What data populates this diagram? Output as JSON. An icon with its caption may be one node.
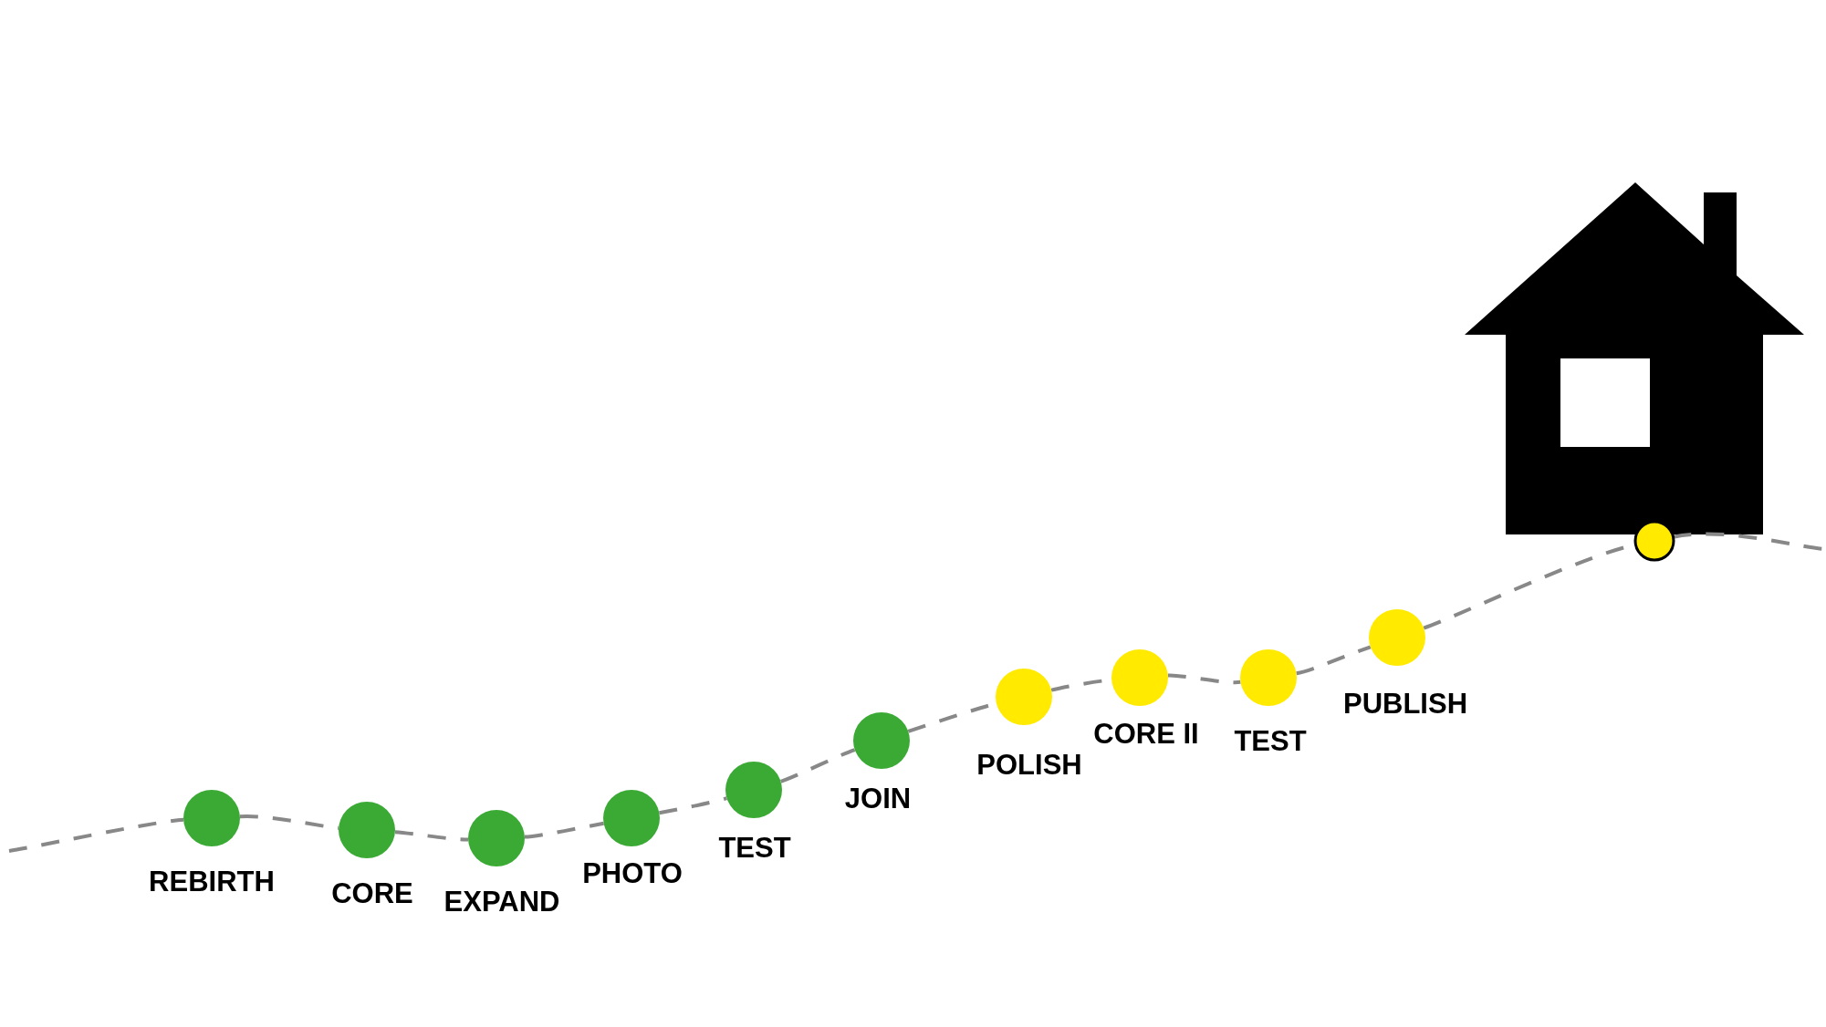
{
  "diagram": {
    "nodes": [
      {
        "text": [
          "REBIRTH"
        ]
      },
      {
        "text": [
          "CORE"
        ]
      },
      {
        "text": [
          "EXPAND"
        ]
      },
      {
        "text": [
          "PHOTO"
        ]
      },
      {
        "text": [
          "TEST"
        ]
      },
      {
        "text": [
          "JOIN"
        ]
      },
      {
        "text": [
          "POLISH"
        ]
      },
      {
        "text": [
          "CORE II"
        ]
      },
      {
        "text": [
          "TEST"
        ]
      },
      {
        "text": [
          "PUBLISH"
        ]
      },
      {
        "text": [],
        "shape": "circle"
      }
    ],
    "edges": [
      {
        "from": null,
        "to": 0,
        "arrow": "none",
        "style": "dashed"
      },
      {
        "from": 0,
        "to": 1,
        "arrow": "none",
        "style": "dashed"
      },
      {
        "from": 1,
        "to": 2,
        "arrow": "none",
        "style": "dashed"
      },
      {
        "from": 2,
        "to": 3,
        "arrow": "none",
        "style": "dashed"
      },
      {
        "from": 3,
        "to": 4,
        "arrow": "none",
        "style": "dashed"
      },
      {
        "from": 4,
        "to": 5,
        "arrow": "none",
        "style": "dashed"
      },
      {
        "from": 5,
        "to": 6,
        "arrow": "none",
        "style": "dashed"
      },
      {
        "from": 6,
        "to": 7,
        "arrow": "none",
        "style": "dashed"
      },
      {
        "from": 7,
        "to": 8,
        "arrow": "none",
        "style": "dashed"
      },
      {
        "from": 8,
        "to": 9,
        "arrow": "none",
        "style": "dashed"
      },
      {
        "from": 9,
        "to": 10,
        "arrow": "none",
        "style": "dashed"
      },
      {
        "from": 10,
        "to": null,
        "arrow": "none",
        "style": "dashed"
      }
    ]
  }
}
